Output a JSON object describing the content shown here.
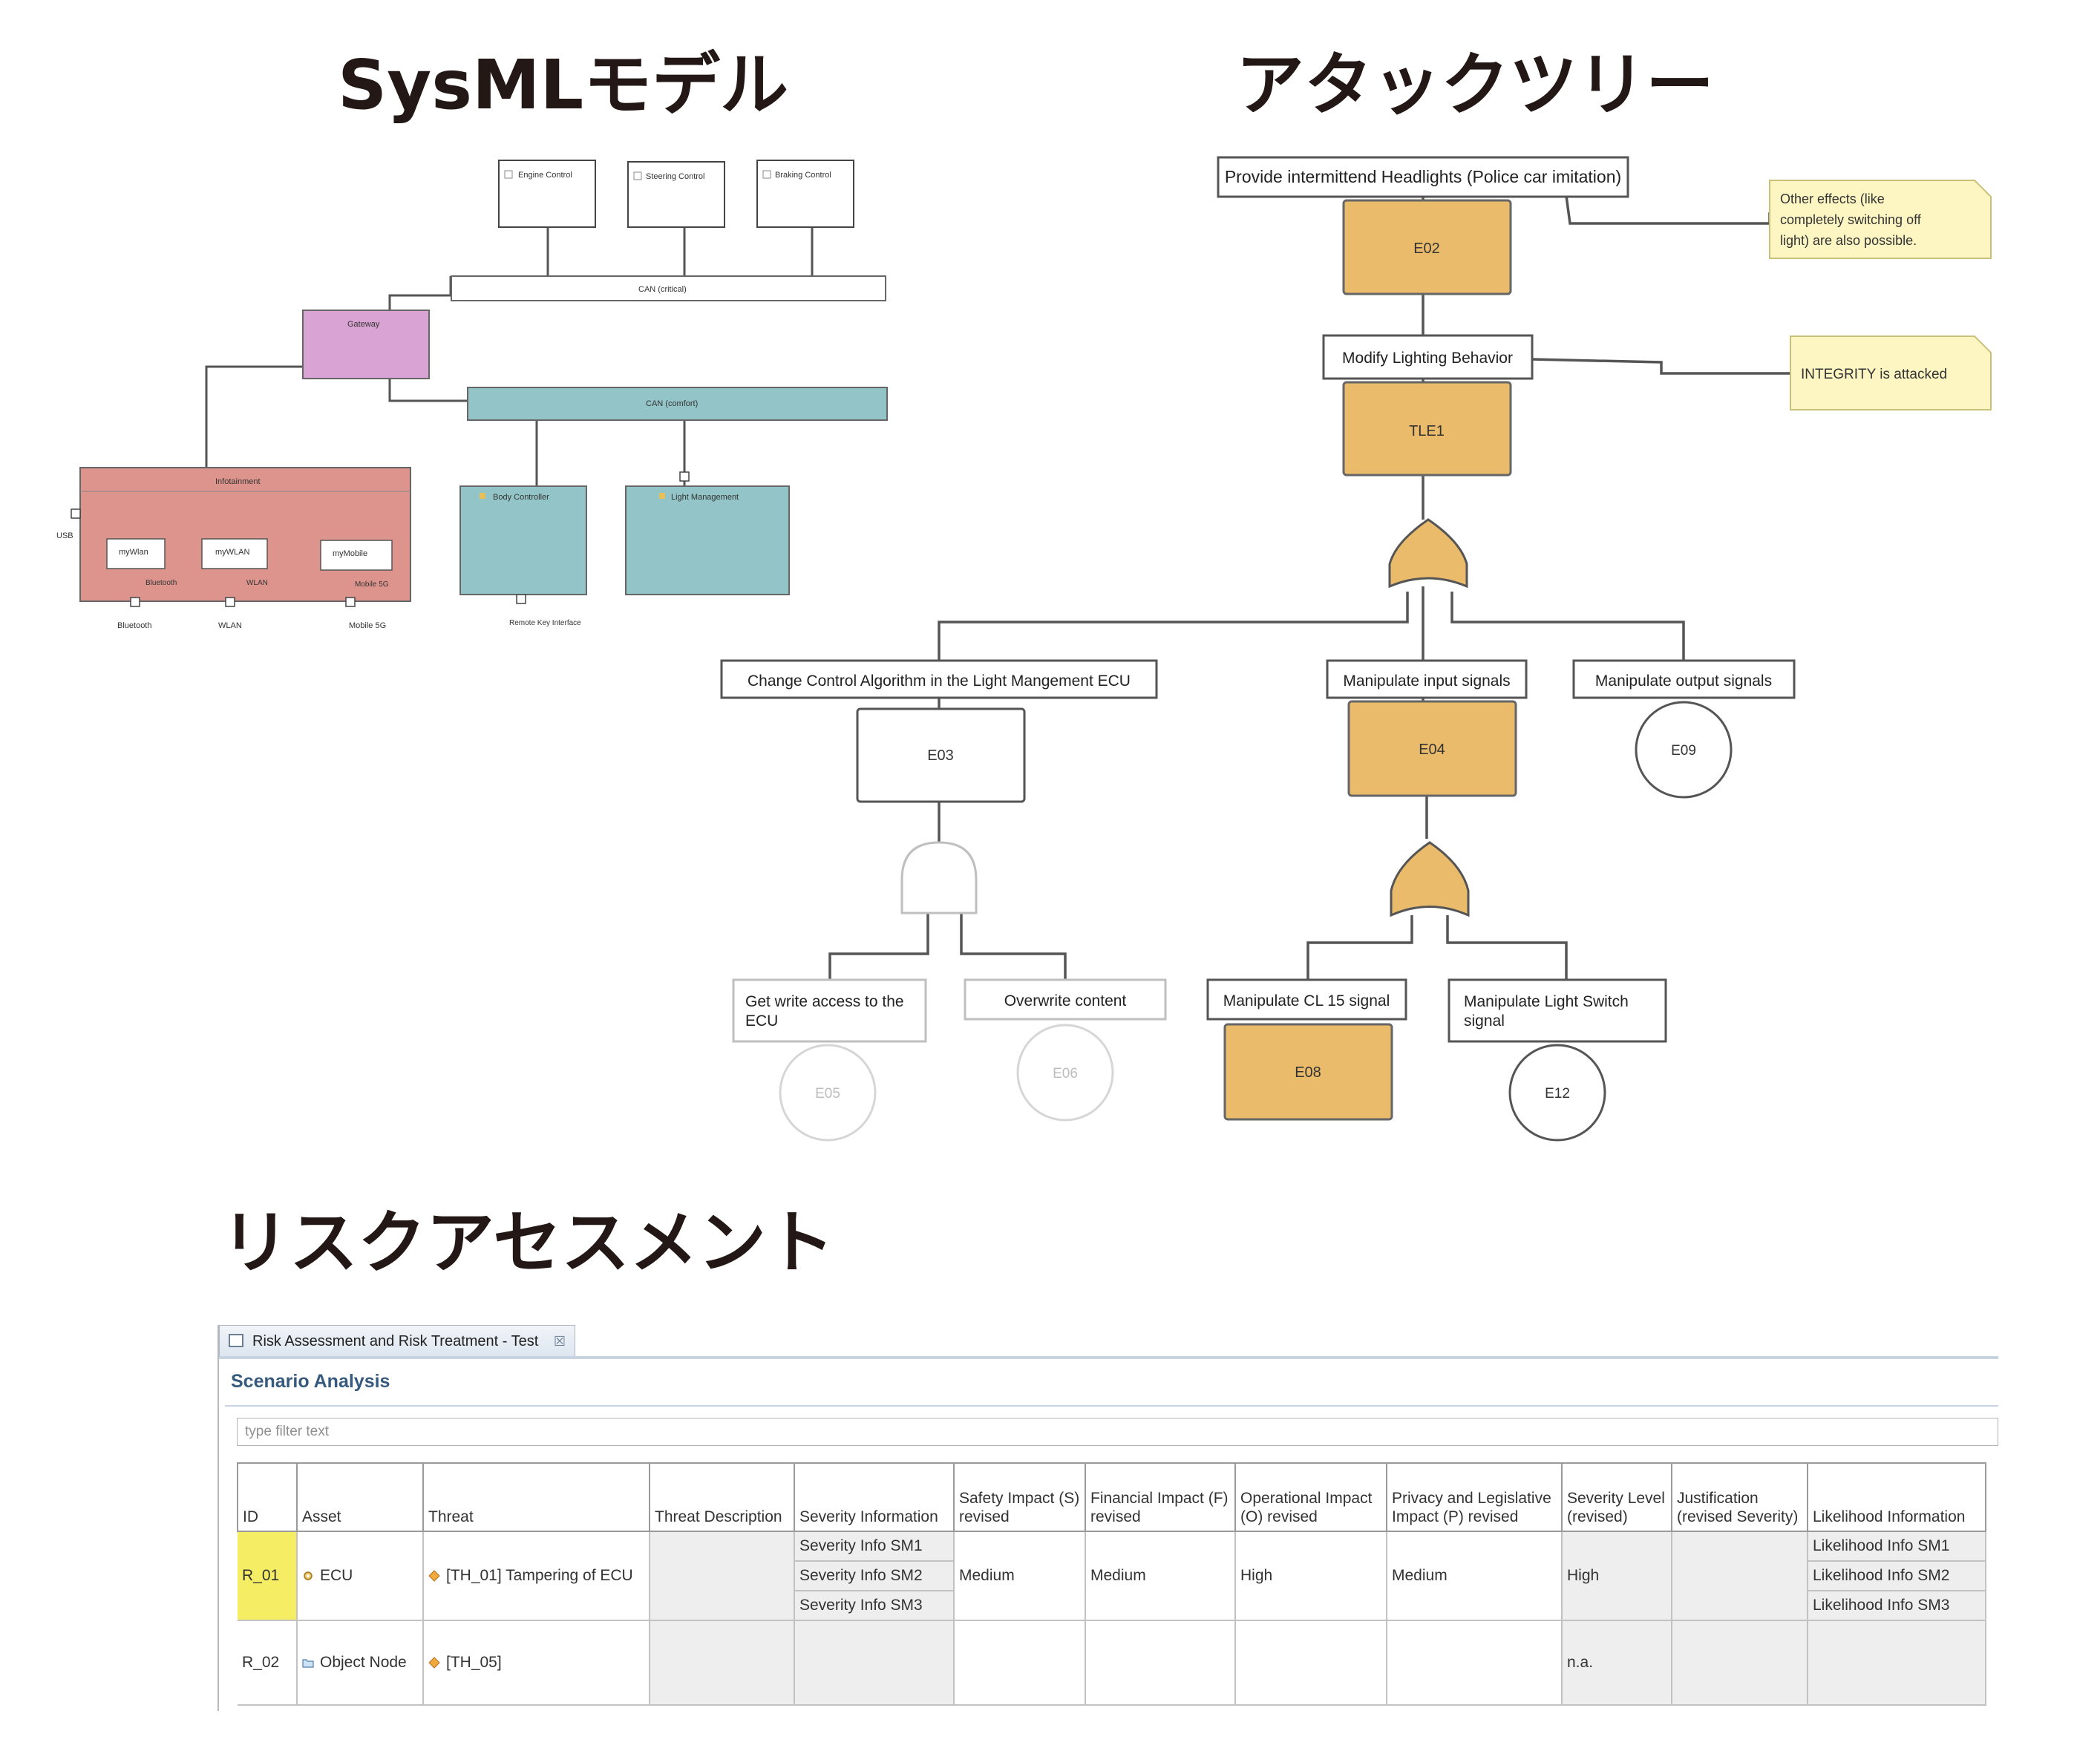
{
  "headings": {
    "sysml": "SysMLモデル",
    "attack_tree": "アタックツリー",
    "risk": "リスクアセスメント"
  },
  "colors": {
    "event_fill": "#e9bb6b",
    "gate_fill": "#e9bb6b",
    "note_fill": "#fdf6c3",
    "gateway": "#d9a4d4",
    "can": "#93c4c7",
    "infotainment": "#dd948c",
    "id_highlight": "#f5ed63",
    "title_blue": "#365a7e"
  },
  "sysml": {
    "top_blocks": [
      "Engine Control",
      "Steering Control",
      "Braking Control"
    ],
    "can1": "CAN (critical)",
    "gateway": "Gateway",
    "can2": "CAN (comfort)",
    "infotainment": "Infotainment",
    "info_parts": [
      "myWlan",
      "myWLAN",
      "myMobile"
    ],
    "info_port_labels": [
      "Bluetooth",
      "WLAN",
      "Mobile 5G"
    ],
    "info_external": [
      "Bluetooth",
      "WLAN",
      "Mobile 5G"
    ],
    "usb": "USB",
    "body": "Body Controller",
    "light": "Light Management",
    "rki": "Remote Key Interface"
  },
  "attack": {
    "root_label": "Provide intermittend Headlights (Police car imitation)",
    "e02": "E02",
    "note1": [
      "Other effects (like",
      "completely switching off",
      "light) are also possible."
    ],
    "tle_label": "Modify Lighting Behavior",
    "tle": "TLE1",
    "note2": "INTEGRITY is attacked",
    "c1_label": "Change Control Algorithm in the Light Mangement ECU",
    "e03": "E03",
    "c2_label": "Manipulate input signals",
    "e04": "E04",
    "c3_label": "Manipulate output signals",
    "e09": "E09",
    "g1_label": [
      "Get write access to the",
      "ECU"
    ],
    "e05": "E05",
    "g2_label": "Overwrite content",
    "e06": "E06",
    "m1_label": "Manipulate CL 15 signal",
    "e08": "E08",
    "m2_label": [
      "Manipulate Light Switch",
      "signal"
    ],
    "e12": "E12"
  },
  "risk": {
    "tab_title": "Risk Assessment and Risk Treatment - Test",
    "tab_close": "☒",
    "section_title": "Scenario Analysis",
    "filter_placeholder": "type filter text",
    "headers": [
      "ID",
      "Asset",
      "Threat",
      "Threat Description",
      "Severity Information",
      "Safety Impact (S) revised",
      "Financial Impact (F) revised",
      "Operational Impact (O) revised",
      "Privacy and Legislative Impact (P) revised",
      "Severity Level (revised)",
      "Justification (revised Severity)",
      "Likelihood Information"
    ],
    "rows": [
      {
        "id": "R_01",
        "asset": "ECU",
        "threat": "[TH_01] Tampering of ECU",
        "threat_desc": "",
        "severity_info": [
          "Severity Info SM1",
          "Severity Info SM2",
          "Severity Info SM3"
        ],
        "safety": "Medium",
        "financial": "Medium",
        "operational": "High",
        "privacy": "Medium",
        "severity_level": "High",
        "justification": "",
        "likelihood_info": [
          "Likelihood Info SM1",
          "Likelihood Info SM2",
          "Likelihood Info SM3"
        ]
      },
      {
        "id": "R_02",
        "asset": "Object Node",
        "threat": "[TH_05]",
        "threat_desc": "",
        "safety": "",
        "financial": "",
        "operational": "",
        "privacy": "",
        "severity_level": "n.a.",
        "justification": ""
      }
    ]
  }
}
